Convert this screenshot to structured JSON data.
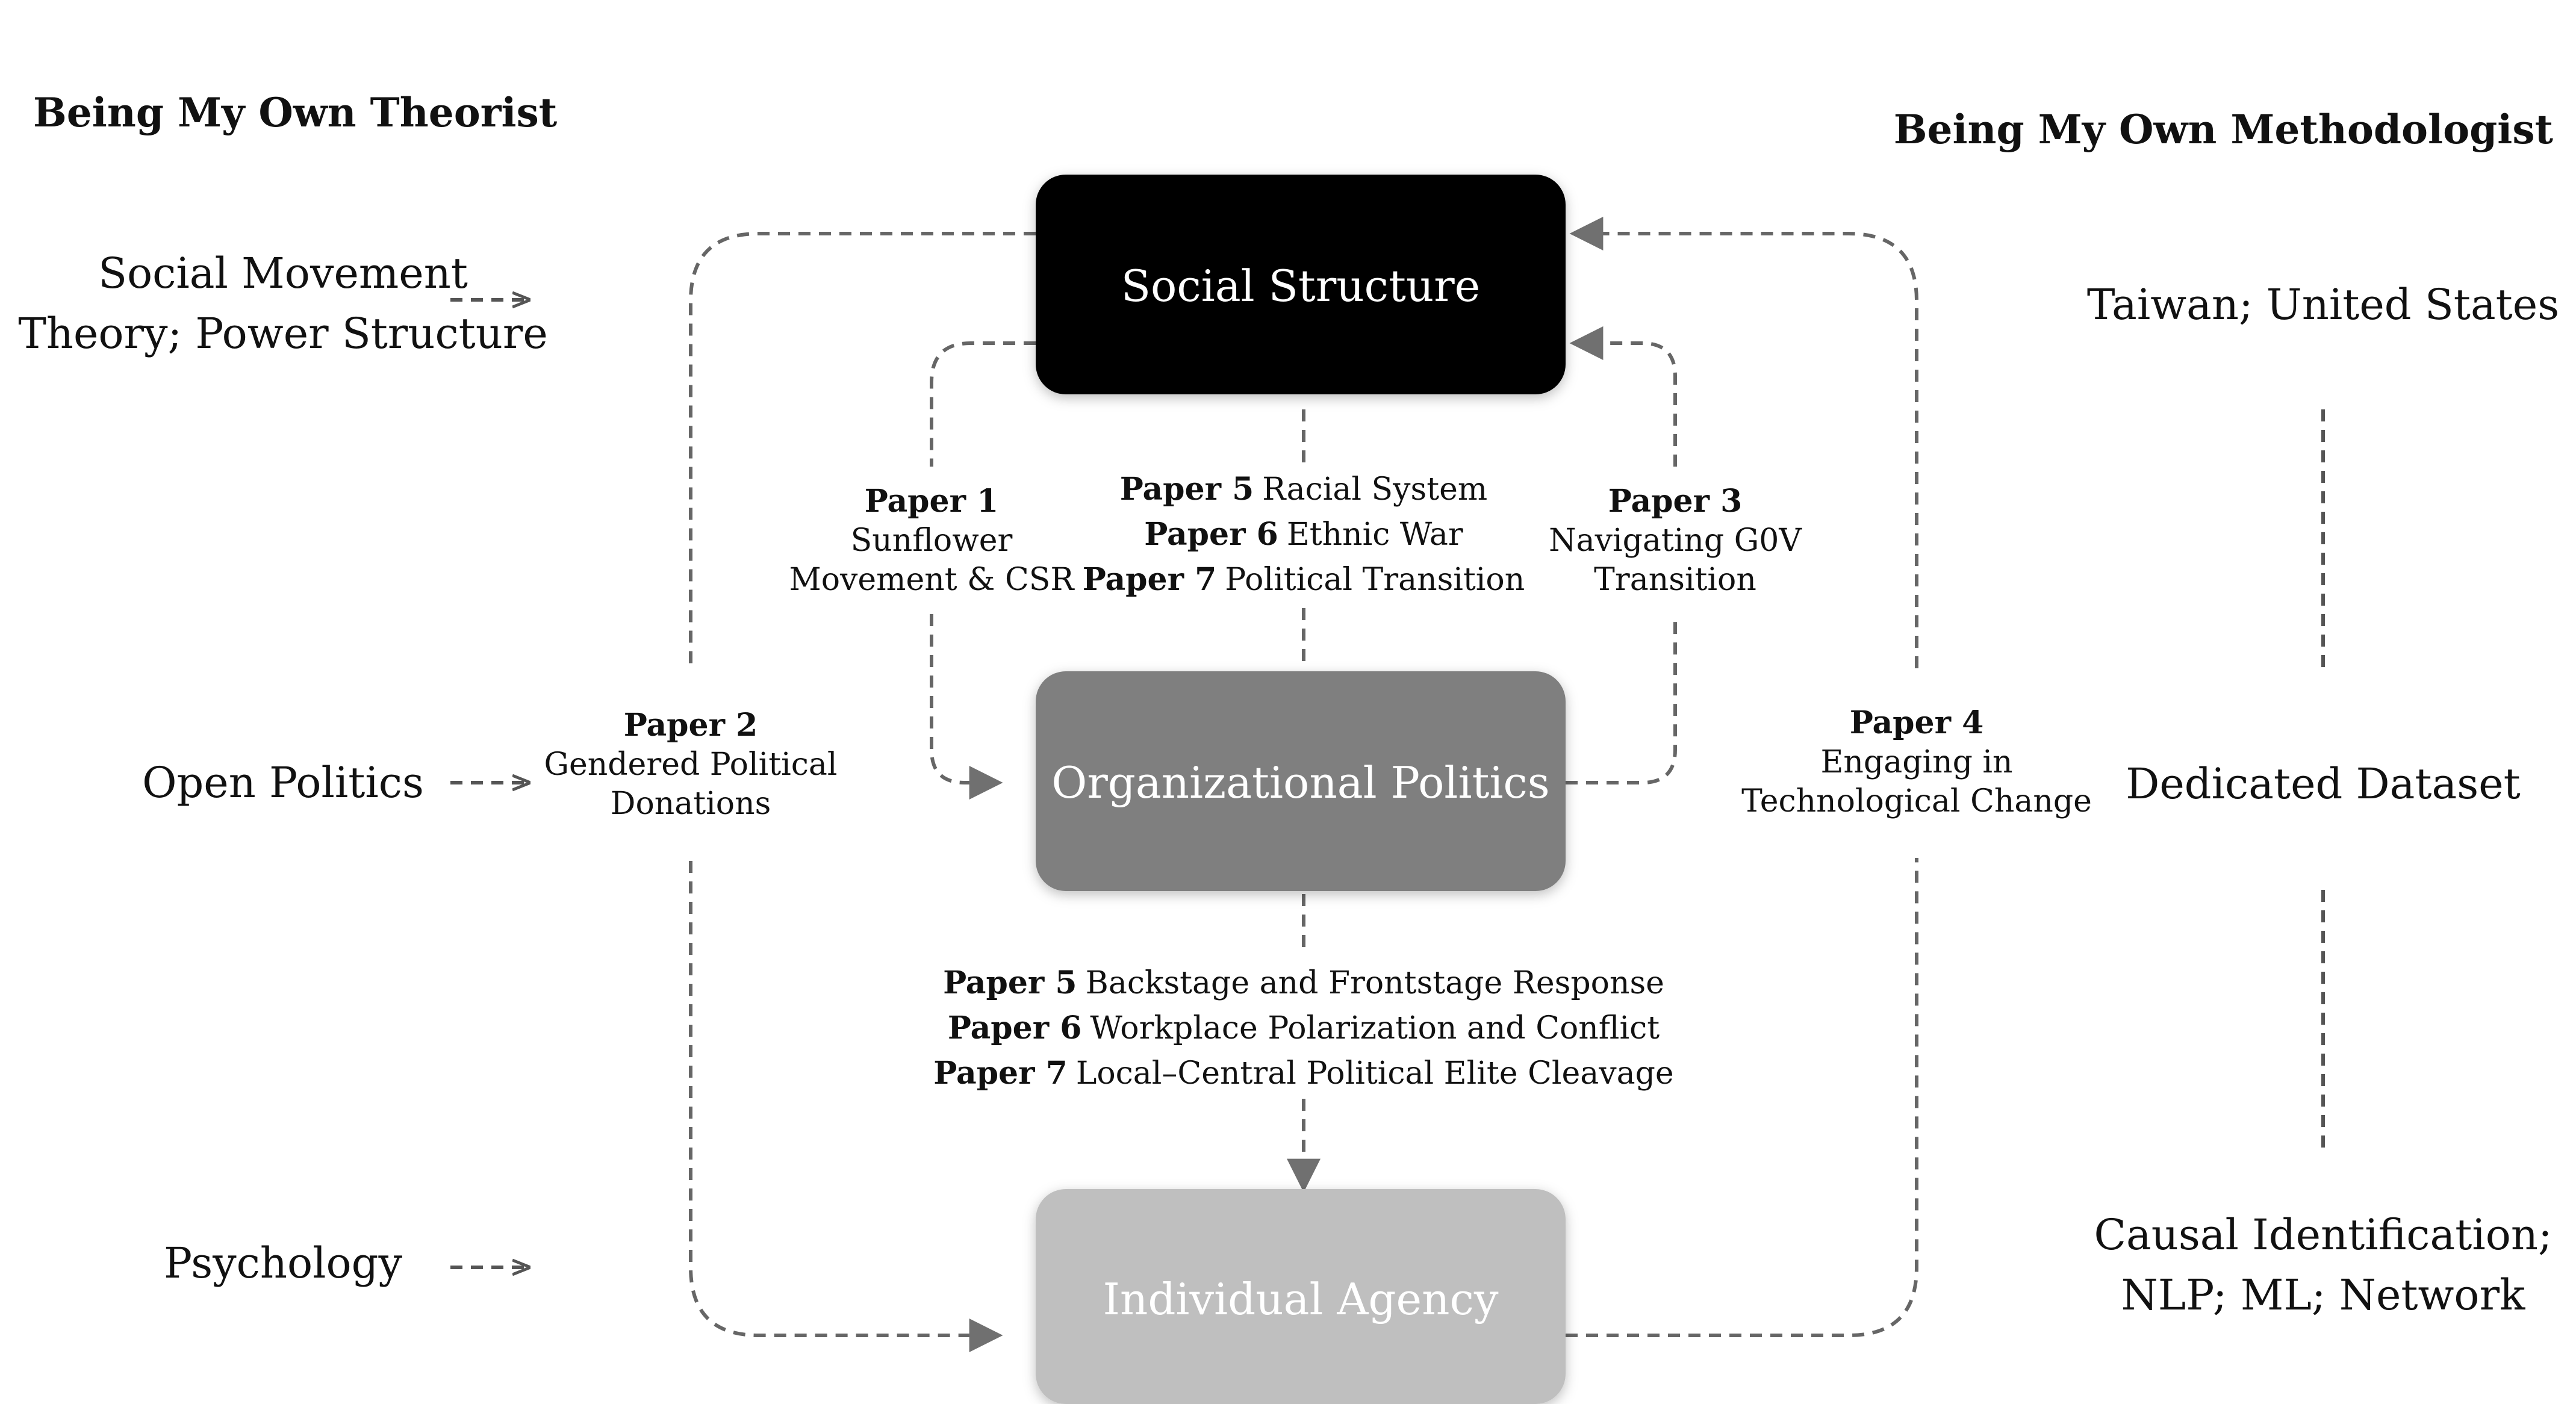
{
  "headers": {
    "theorist": "Being My Own Theorist",
    "methodologist": "Being My Own Methodologist"
  },
  "theories": [
    {
      "lines": [
        "Social Movement",
        "Theory; Power Structure"
      ]
    },
    {
      "lines": [
        "Open Politics"
      ]
    },
    {
      "lines": [
        "Psychology"
      ]
    }
  ],
  "methods": [
    {
      "lines": [
        "Taiwan; United States"
      ]
    },
    {
      "lines": [
        "Dedicated Dataset"
      ]
    },
    {
      "lines": [
        "Causal Identification;",
        "NLP; ML; Network"
      ]
    }
  ],
  "boxes": {
    "social_structure": {
      "label": "Social Structure",
      "color": "#000000"
    },
    "organizational_politics": {
      "label": "Organizational Politics",
      "color": "#7f7f7f"
    },
    "individual_agency": {
      "label": "Individual Agency",
      "color": "#bfbfbf"
    }
  },
  "papers": {
    "paper1": {
      "title": "Paper 1",
      "lines": [
        "Sunflower",
        "Movement & CSR"
      ]
    },
    "paper2": {
      "title": "Paper 2",
      "lines": [
        "Gendered Political",
        "Donations"
      ]
    },
    "paper3": {
      "title": "Paper 3",
      "lines": [
        "Navigating G0V",
        "Transition"
      ]
    },
    "paper4": {
      "title": "Paper 4",
      "lines": [
        "Engaging in",
        "Technological Change"
      ]
    }
  },
  "macro_meso": [
    {
      "paper": "Paper 5",
      "topic": "Racial System"
    },
    {
      "paper": "Paper 6",
      "topic": "Ethnic War"
    },
    {
      "paper": "Paper 7",
      "topic": "Political Transition"
    }
  ],
  "meso_micro": [
    {
      "paper": "Paper 5",
      "topic": "Backstage and Frontstage Response"
    },
    {
      "paper": "Paper 6",
      "topic": "Workplace Polarization and Conflict"
    },
    {
      "paper": "Paper 7",
      "topic": "Local–Central Political Elite Cleavage"
    }
  ]
}
